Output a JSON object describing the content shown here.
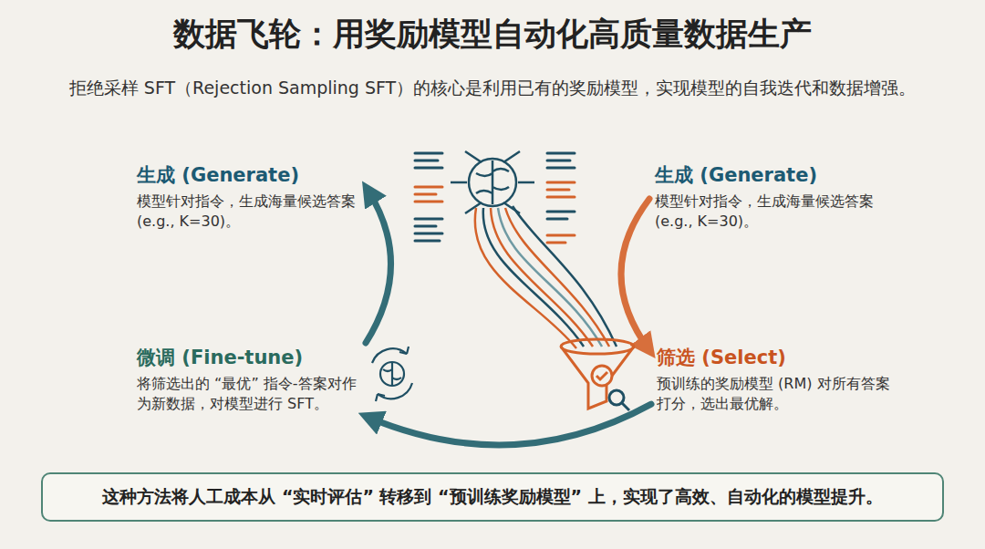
{
  "diagram": {
    "title": "数据飞轮：用奖励模型自动化高质量数据生产",
    "nodes": [
      {
        "text": [
          "生成 (Generate)",
          "模型针对指令，生成海量候选答案 (e.g., K=30)。"
        ]
      },
      {
        "text": [
          "生成 (Generate)",
          "模型针对指令，生成海量候选答案 (e.g., K=30)。"
        ]
      },
      {
        "text": [
          "筛选 (Select)",
          "预训练的奖励模型 (RM) 对所有答案打分，选出最优解。"
        ]
      },
      {
        "text": [
          "微调 (Fine-tune)",
          "将筛选出的 “最优” 指令-答案对作为新数据，对模型进行 SFT。"
        ]
      },
      {
        "text": [
          "这种方法将人工成本从 “实时评估” 转移到 “预训练奖励模型” 上，实现了高效、自动化的模型提升。"
        ]
      }
    ],
    "edges": [
      {
        "from": 1,
        "to": 2,
        "arrow": "to"
      },
      {
        "from": 2,
        "to": 3,
        "arrow": "to"
      },
      {
        "from": 3,
        "to": 0,
        "arrow": "to"
      }
    ],
    "labels": [
      "拒绝采样 SFT（Rejection Sampling SFT）的核心是利用已有的奖励模型，实现模型的自我迭代和数据增强。"
    ]
  }
}
